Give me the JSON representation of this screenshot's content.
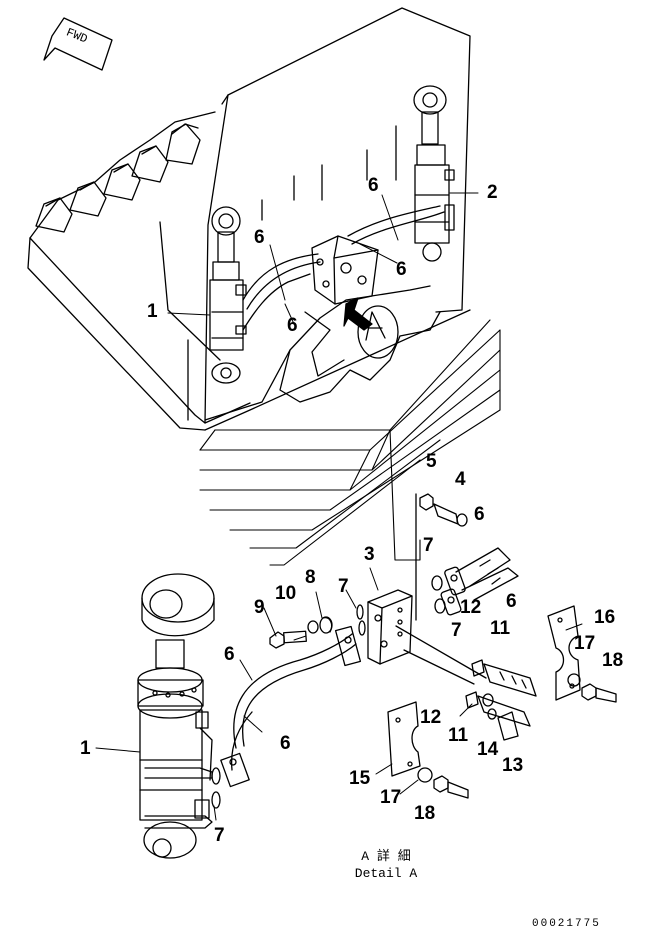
{
  "fwd_label": "FWD",
  "detail_label_jp": "A 詳 細",
  "detail_label_en": "Detail A",
  "document_number": "00021775",
  "view_marker": "A",
  "callouts": {
    "c1_upper": "1",
    "c2": "2",
    "c6_a": "6",
    "c6_b": "6",
    "c6_c": "6",
    "c6_d": "6",
    "c1_lower": "1",
    "c6_lower_a": "6",
    "c6_lower_b": "6",
    "c7_left": "7",
    "c9": "9",
    "c10": "10",
    "c8": "8",
    "c7_mid": "7",
    "c3": "3",
    "c5": "5",
    "c4": "4",
    "c6_right_a": "6",
    "c6_right_b": "6",
    "c7_right_a": "7",
    "c7_right_b": "7",
    "c12_a": "12",
    "c11_a": "11",
    "c16": "16",
    "c17_a": "17",
    "c18_a": "18",
    "c12_b": "12",
    "c11_b": "11",
    "c14": "14",
    "c13": "13",
    "c15": "15",
    "c17_b": "17",
    "c18_b": "18"
  }
}
